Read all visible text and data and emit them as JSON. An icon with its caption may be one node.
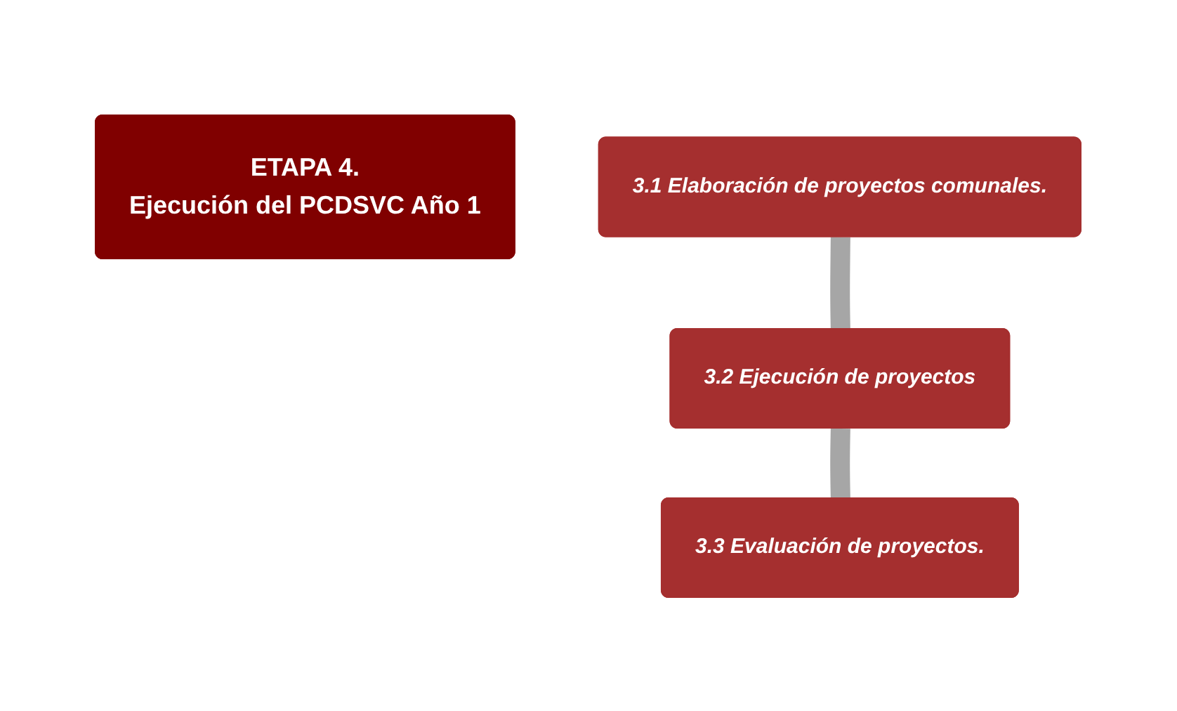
{
  "diagram": {
    "nodes": [
      {
        "text": [
          "ETAPA 4.",
          "Ejecución del PCDSVC Año 1"
        ]
      },
      {
        "text": [
          "3.1 Elaboración de proyectos comunales."
        ]
      },
      {
        "text": [
          "3.2 Ejecución de proyectos"
        ]
      },
      {
        "text": [
          "3.3 Evaluación de proyectos."
        ]
      }
    ],
    "edges": [
      {
        "from": 1,
        "to": 2,
        "arrow": "none"
      },
      {
        "from": 2,
        "to": 3,
        "arrow": "none"
      }
    ]
  }
}
